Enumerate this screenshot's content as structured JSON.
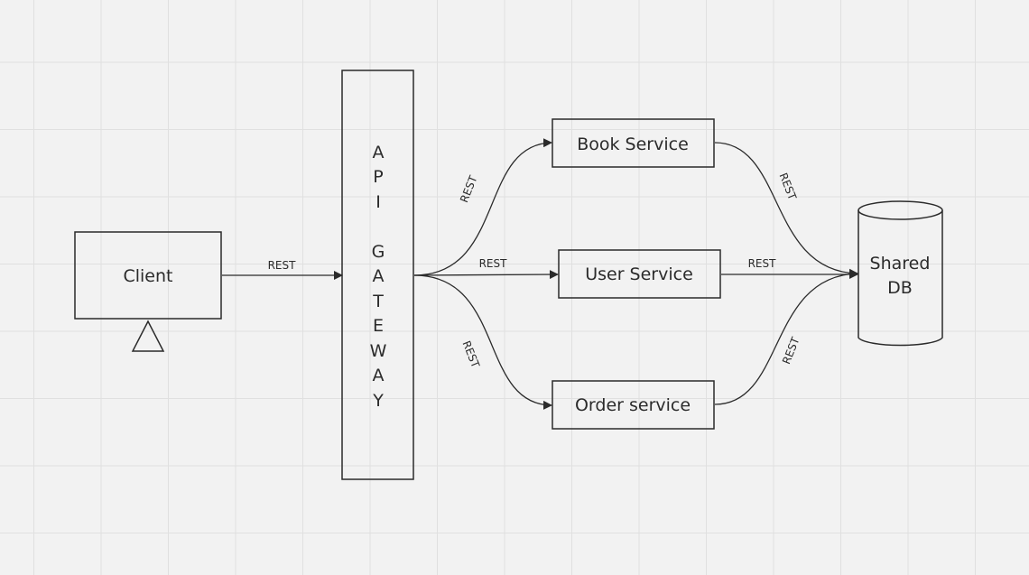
{
  "nodes": {
    "client": "Client",
    "gateway_letters": [
      "A",
      "P",
      "I",
      "G",
      "A",
      "T",
      "E",
      "W",
      "A",
      "Y"
    ],
    "book_service": "Book Service",
    "user_service": "User Service",
    "order_service": "Order service",
    "shared_db_line1": "Shared",
    "shared_db_line2": "DB"
  },
  "edges": {
    "client_to_gateway": "REST",
    "gateway_to_book": "REST",
    "gateway_to_user": "REST",
    "gateway_to_order": "REST",
    "book_to_db": "REST",
    "user_to_db": "REST",
    "order_to_db": "REST"
  },
  "colors": {
    "stroke": "#2b2b2b",
    "background": "#f2f2f2",
    "grid": "#e0e0e0"
  }
}
